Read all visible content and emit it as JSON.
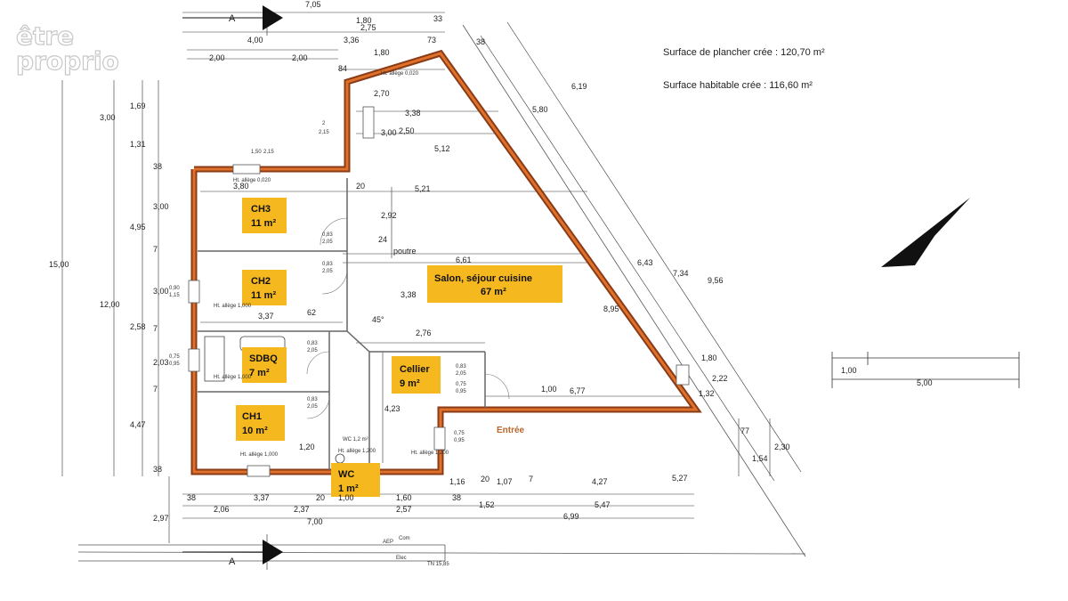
{
  "logo": {
    "line1": "être",
    "line2": "proprio"
  },
  "surfaces": {
    "plancher": "Surface de plancher crée : 120,70 m²",
    "habitable": "Surface habitable crée : 116,60 m²"
  },
  "section_marker": "A",
  "rooms": [
    {
      "name": "CH3",
      "area": "11 m²"
    },
    {
      "name": "CH2",
      "area": "11 m²"
    },
    {
      "name": "SDBQ",
      "area": "7 m²"
    },
    {
      "name": "CH1",
      "area": "10 m²"
    },
    {
      "name": "WC",
      "area": "1 m²"
    },
    {
      "name": "Cellier",
      "area": "9 m²"
    },
    {
      "name": "Salon, séjour cuisine",
      "area": "67 m²"
    }
  ],
  "labels": {
    "entree": "Entrée",
    "poutre": "poutre",
    "angle": "45°",
    "aep": "AEP",
    "com": "Com",
    "elec": "Elec",
    "tn": "TN 15,85"
  },
  "scale": {
    "small": "1,00",
    "big": "5,00"
  },
  "dims": {
    "top_705": "7,05",
    "top_180": "1,80",
    "top_275": "2,75",
    "top_33": "33",
    "top_400": "4,00",
    "top_336": "3,36",
    "top_73": "73",
    "top_38": "38",
    "top_200a": "2,00",
    "top_200b": "2,00",
    "top_84": "84",
    "top_180b": "1,80",
    "allege_020": "Ht. allège 0,020",
    "d_270": "2,70",
    "d_338a": "3,38",
    "d_300v": "3,00",
    "d_250": "2,50",
    "d_512": "5,12",
    "d_380": "3,80",
    "d_20a": "20",
    "d_521": "5,21",
    "d_292": "2,92",
    "d_24": "24",
    "d_661": "6,61",
    "d_338b": "3,38",
    "d_337": "3,37",
    "d_62": "62",
    "d_276": "2,76",
    "d_423": "4,23",
    "d_677": "6,77",
    "d_100": "1,00",
    "l_1500": "15,00",
    "l_1200": "12,00",
    "l_300a": "3,00",
    "l_131": "1,31",
    "l_169": "1,69",
    "l_38a": "38",
    "l_495": "4,95",
    "l_300b": "3,00",
    "l_258": "2,58",
    "l_300c": "3,00",
    "l_203": "2,03",
    "l_447": "4,47",
    "l_38b": "38",
    "l_297": "2,97",
    "l_7a": "7",
    "l_7b": "7",
    "l_7c": "7",
    "w_090": "0,90",
    "w_115": "1,15",
    "w_075a": "0,75",
    "w_095a": "0,95",
    "w_083a": "0,83",
    "w_205a": "2,05",
    "w_083b": "0,83",
    "w_205b": "2,05",
    "w_083c": "0,83",
    "w_205c": "2,05",
    "w_083d": "0,83",
    "w_205d": "2,05",
    "w_083e": "0,83",
    "w_205e": "2,05",
    "w_075b": "0,75",
    "w_095b": "0,95",
    "w_075c": "0,75",
    "w_095c": "0,95",
    "w_150": "1,50",
    "w_215": "2,15",
    "w_2": "2",
    "w_215b": "2,15",
    "ht_1000a": "Ht. allège 1,000",
    "ht_1000b": "Ht. allège 1,000",
    "ht_1200": "Ht. allège 1,200",
    "ht_1200b": "Ht. allège 1,200",
    "ht_1000c": "Ht. allège 1,000",
    "ht_120": "1,20",
    "b_38a": "38",
    "b_337": "3,37",
    "b_20": "20",
    "b_100": "1,00",
    "b_160": "1,60",
    "b_206": "2,06",
    "b_237": "2,37",
    "b_257": "2,57",
    "b_700": "7,00",
    "b_116": "1,16",
    "b_20b": "20",
    "b_107": "1,07",
    "b_7": "7",
    "b_427": "4,27",
    "b_38b": "38",
    "b_152": "1,52",
    "b_547": "5,47",
    "b_699": "6,99",
    "b_527": "5,27",
    "b_77": "77",
    "b_154": "1,54",
    "b_230": "2,30",
    "diag_580": "5,80",
    "diag_619": "6,19",
    "diag_643": "6,43",
    "diag_734": "7,34",
    "diag_895": "8,95",
    "diag_956": "9,56",
    "diag_180": "1,80",
    "diag_222": "2,22",
    "diag_132": "1,32",
    "wc_area": "WC 1,2 m²"
  }
}
